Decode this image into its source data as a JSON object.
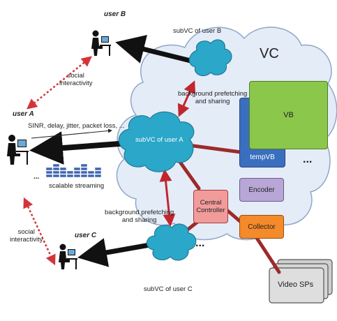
{
  "vc_label": "VC",
  "users": {
    "a": "user A",
    "b": "user B",
    "c": "user C"
  },
  "subvcs": {
    "a": "subVC of user A",
    "b": "subVC of user B",
    "c": "subVC of user C"
  },
  "boxes": {
    "vb": "VB",
    "tempvb": "tempVB",
    "encoder": "Encoder",
    "central_controller": "Central\nController",
    "collector": "Collector",
    "video_sps": "Video SPs"
  },
  "annotations": {
    "social_top": "social\ninteractivity",
    "social_bottom": "social\ninteractivity",
    "prefetch_top": "background prefetching\nand sharing",
    "prefetch_bottom": "background prefetching\nand sharing",
    "metrics": "SINR, delay, jitter, packet loss, ...",
    "streaming": "scalable streaming",
    "dots_vb": "...",
    "dots_streaming": "...",
    "dots_subvc": "..."
  },
  "colors": {
    "cloud_fill": "#e4ecf8",
    "cloud_stroke": "#8fa6c8",
    "subvc_fill": "#2aa7c9",
    "vb_fill": "#8bc74a",
    "tempvb_fill": "#3a6fbf",
    "encoder_fill": "#b7a6d6",
    "controller_fill": "#f29b9b",
    "collector_fill": "#f58a2a",
    "video_sp_fill": "#d4d4d4",
    "link_red": "#9c2a2a",
    "dotted_red": "#d3343a",
    "bar_blue": "#3f64b0"
  }
}
